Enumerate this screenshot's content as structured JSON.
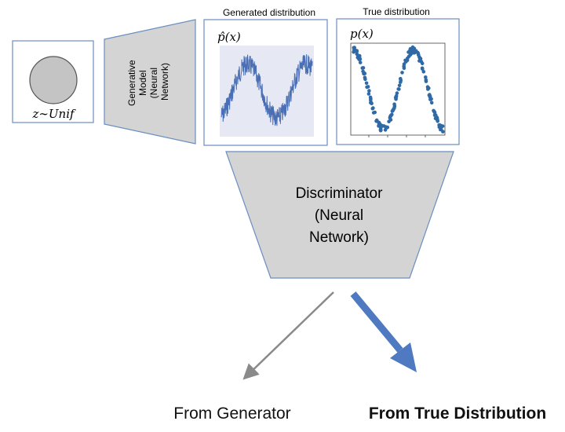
{
  "noise_box": {
    "label": "z∼Unif"
  },
  "generator": {
    "lines": [
      "Generative",
      "Model",
      "(Neural",
      "Network)"
    ]
  },
  "generated_panel": {
    "title": "Generated distribution",
    "symbol": "p̂(x)",
    "chart_data": {
      "type": "line",
      "title": "",
      "description": "noisy sinusoid, about 1.5 cycles",
      "style": {
        "line_color": "#4a6fb5",
        "background": "#e6e8f3"
      }
    }
  },
  "true_panel": {
    "title": "True distribution",
    "symbol": "p(x)",
    "chart_data": {
      "type": "scatter",
      "title": "",
      "description": "dense scatter of points following a sinusoid",
      "style": {
        "point_color": "#2f6aa6",
        "background": "#ffffff"
      }
    }
  },
  "discriminator": {
    "lines": [
      "Discriminator",
      "(Neural",
      "Network)"
    ]
  },
  "outputs": {
    "from_generator": "From Generator",
    "from_true": "From True Distribution"
  },
  "colors": {
    "panel_border": "#6b8ec2",
    "shape_fill": "#d4d4d4",
    "circle_fill": "#c4c4c4",
    "arrow_gray": "#8a8a8a",
    "arrow_blue": "#4f79c0"
  }
}
